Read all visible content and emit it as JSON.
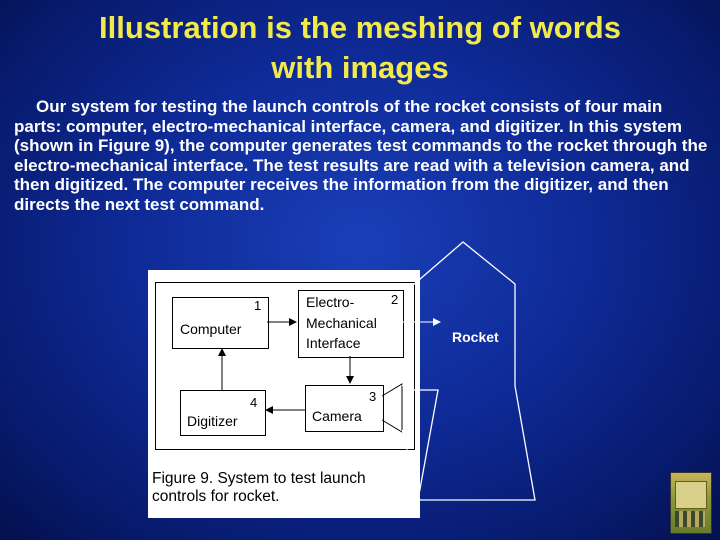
{
  "title": {
    "line1": "Illustration is the meshing of words",
    "line2": "with images"
  },
  "body_text": "Our system for testing the launch controls of the rocket consists of four main parts: computer, electro-mechanical interface, camera, and digitizer. In this system (shown in Figure 9), the computer generates test commands to the rocket through the electro-mechanical interface.  The test results are read with a television camera, and then digitized. The computer receives the information from the digitizer, and then directs the next test command.",
  "diagram": {
    "computer": {
      "label": "Computer",
      "number": "1"
    },
    "interface": {
      "line1": "Electro-",
      "line2": "Mechanical",
      "line3": "Interface",
      "number": "2"
    },
    "camera": {
      "label": "Camera",
      "number": "3"
    },
    "digitizer": {
      "label": "Digitizer",
      "number": "4"
    },
    "rocket": {
      "label": "Rocket"
    },
    "caption": "Figure 9. System to test launch controls for rocket."
  },
  "colors": {
    "title": "#f2e94b",
    "background": "#0e2a96",
    "body_text": "#ffffff"
  },
  "icons": {
    "book_logo": "book-cover-icon"
  }
}
